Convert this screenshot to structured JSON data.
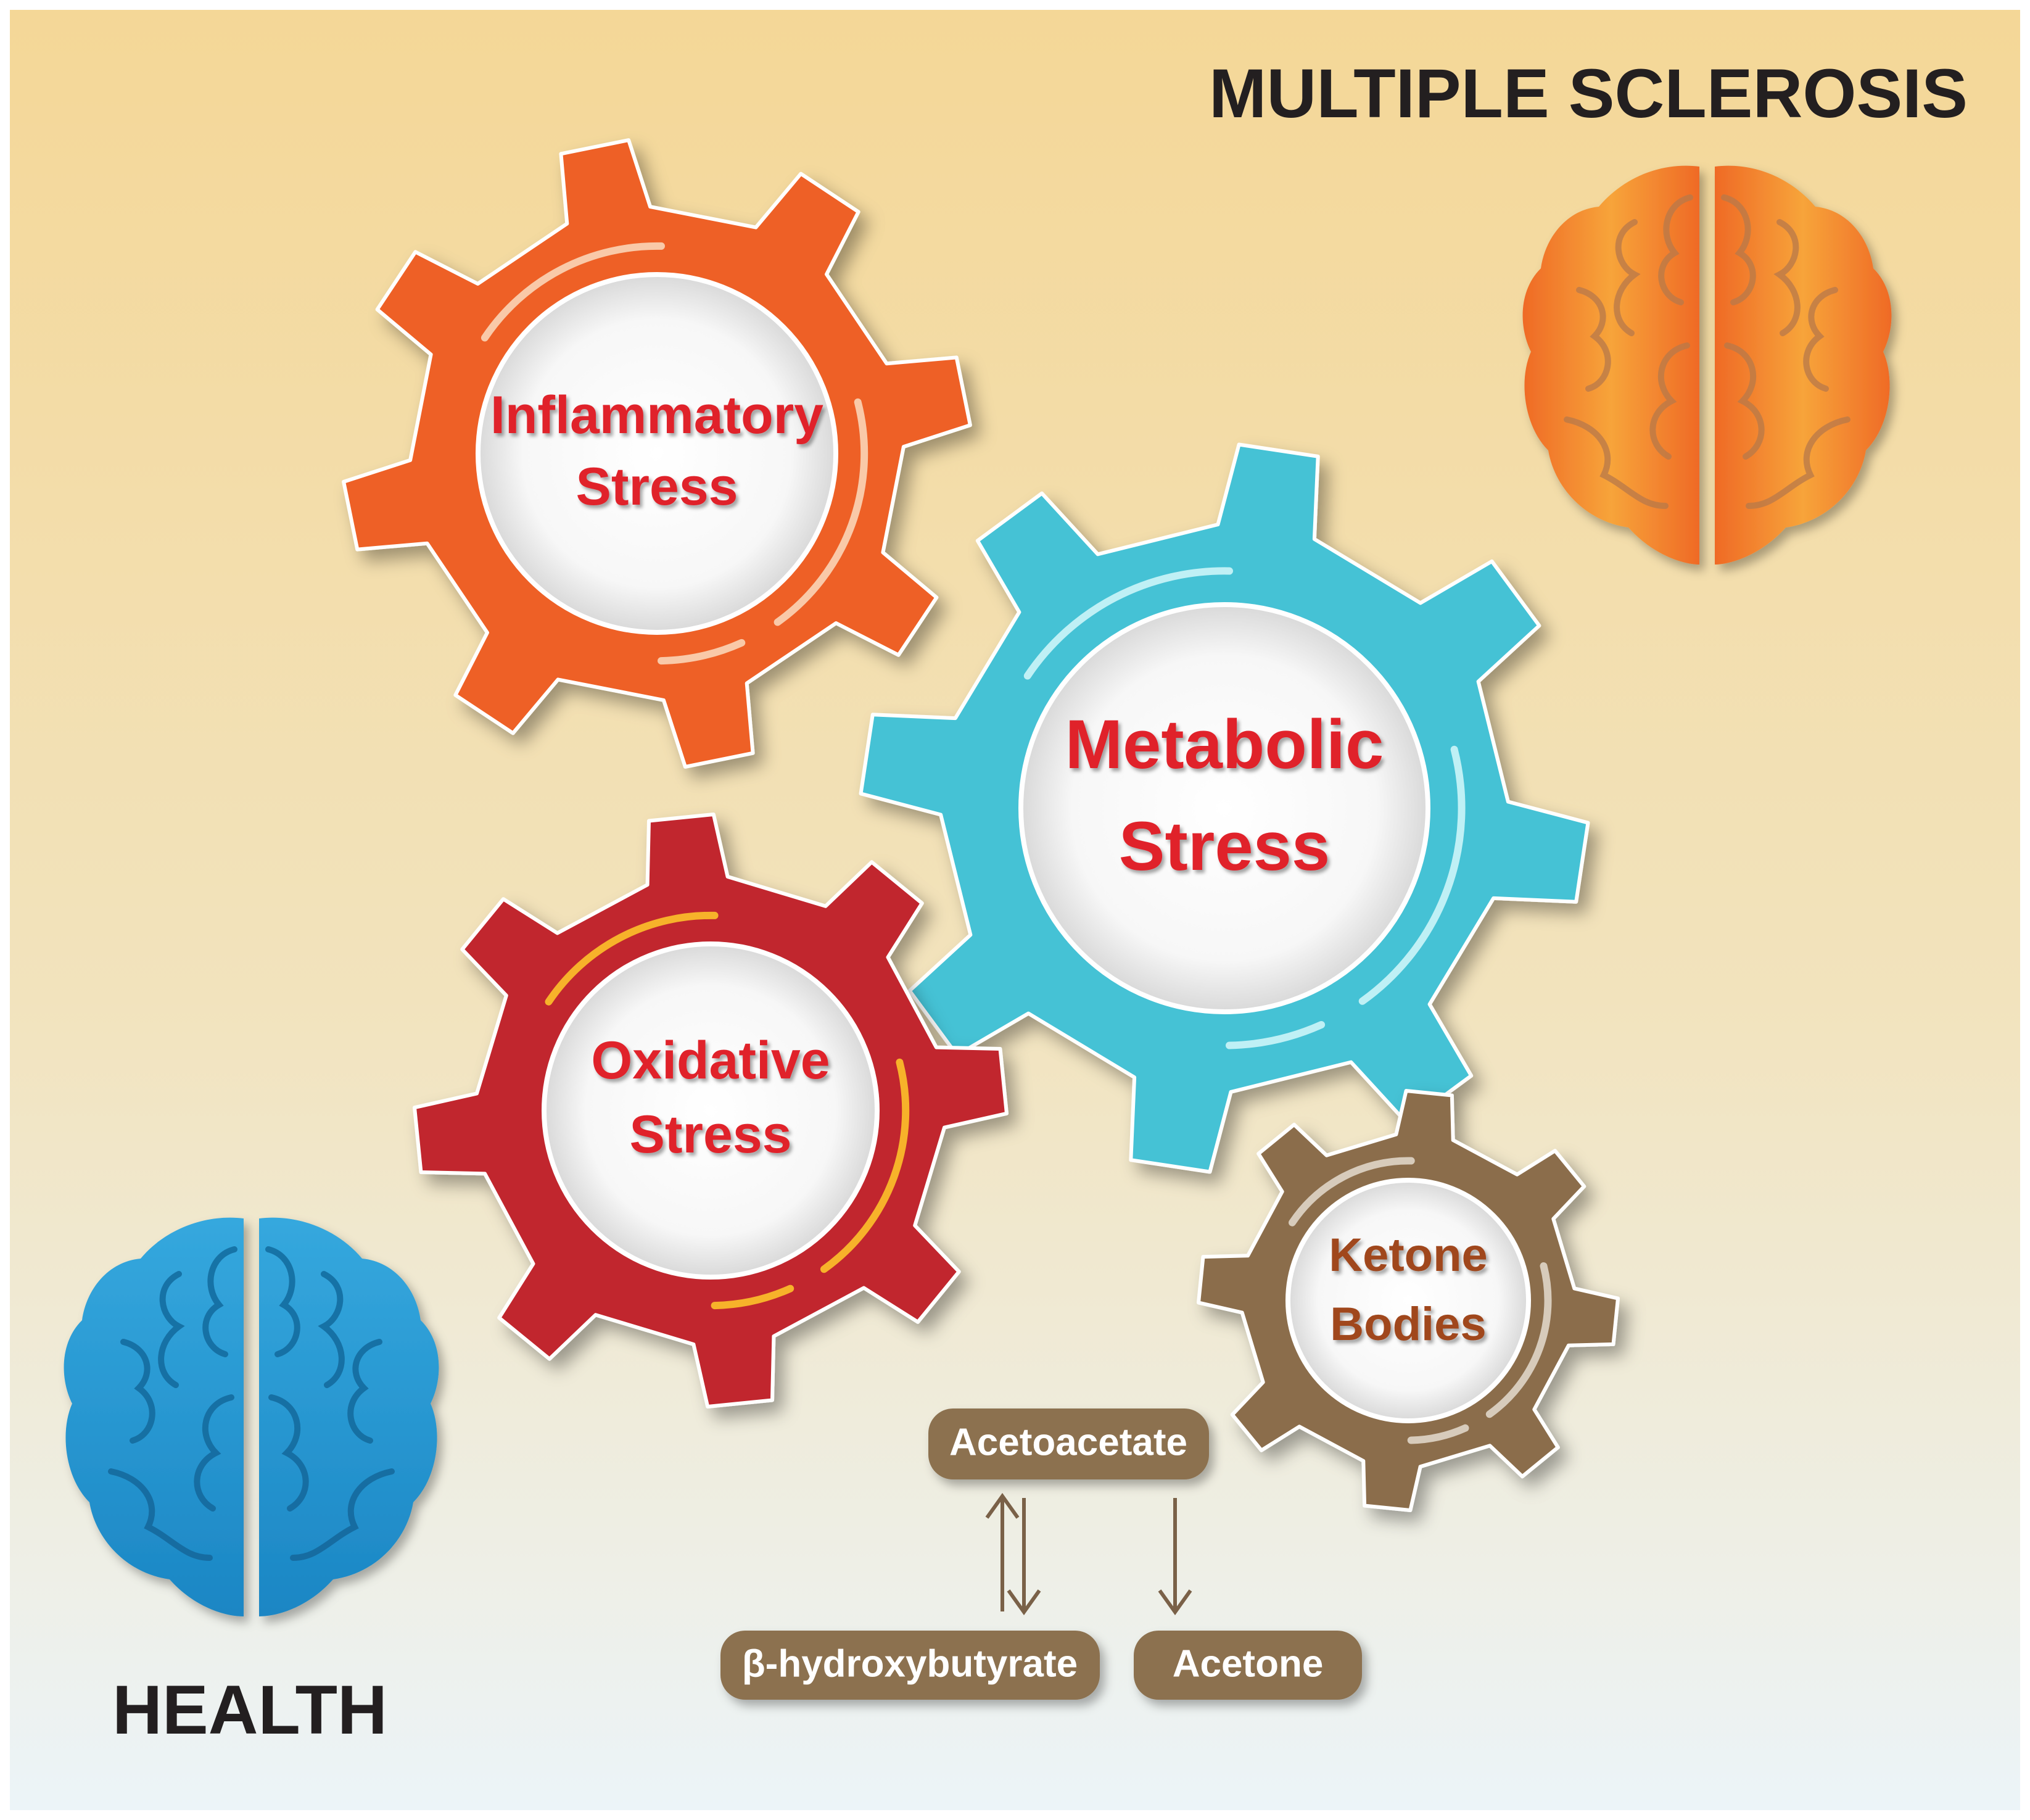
{
  "titles": {
    "multiple_sclerosis": "MULTIPLE SCLEROSIS",
    "health": "HEALTH"
  },
  "gears": {
    "inflammatory": {
      "line1": "Inflammatory",
      "line2": "Stress",
      "color": "#ee6125"
    },
    "metabolic": {
      "line1": "Metabolic",
      "line2": "Stress",
      "color": "#45c2d5"
    },
    "oxidative": {
      "line1": "Oxidative",
      "line2": "Stress",
      "color": "#c1272d"
    },
    "ketone": {
      "line1": "Ketone",
      "line2": "Bodies",
      "color": "#8b6d4c"
    }
  },
  "ketones": {
    "acetoacetate": "Acetoacetate",
    "hydroxybutyrate": "β-hydroxybutyrate",
    "acetone": "Acetone"
  },
  "colors": {
    "label_red": "#e0212b",
    "label_brown": "#a0461e",
    "pill_brown": "#8c7150",
    "arrow_brown": "#7a6148",
    "ms_brain": "#f0782a",
    "health_brain": "#2196d3",
    "bg_top": "#f4d797",
    "bg_bottom": "#edf4f8"
  }
}
